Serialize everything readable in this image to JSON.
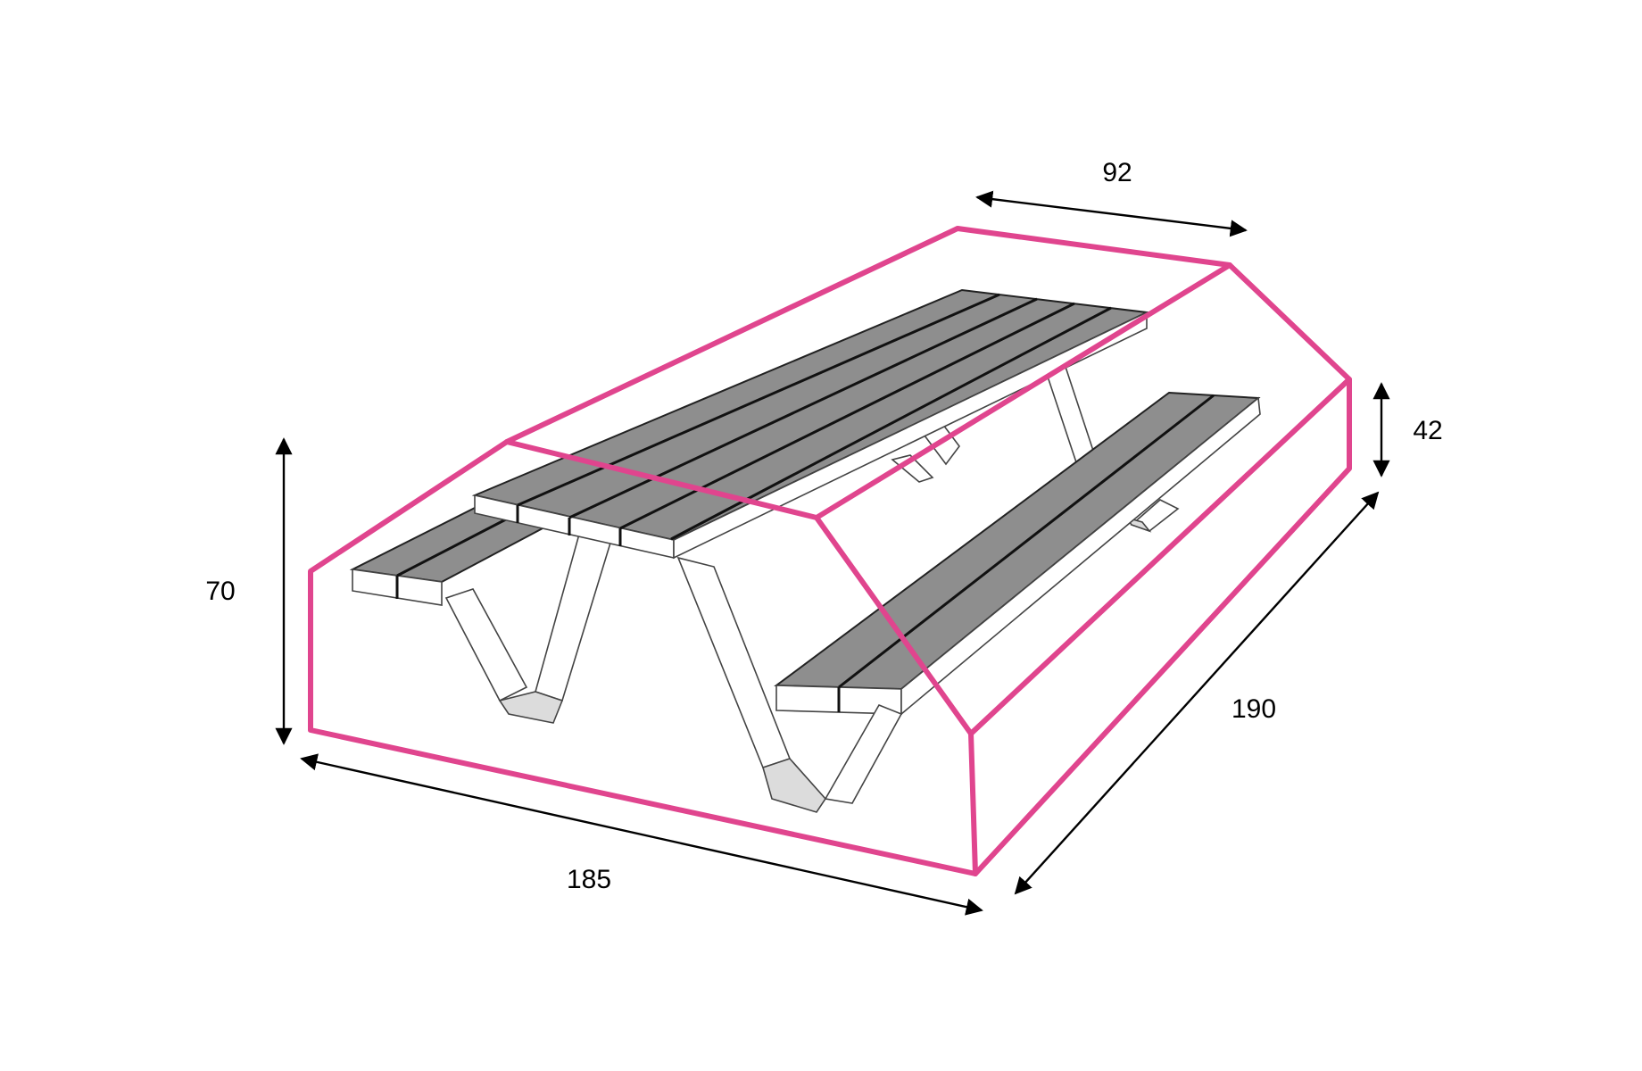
{
  "colors": {
    "cover_outline": "#e0458e",
    "plank_top": "#8e8e8e",
    "dimension": "#000000"
  },
  "dimensions": {
    "height": "70",
    "length": "185",
    "width_top": "92",
    "depth": "190",
    "height_side": "42"
  }
}
